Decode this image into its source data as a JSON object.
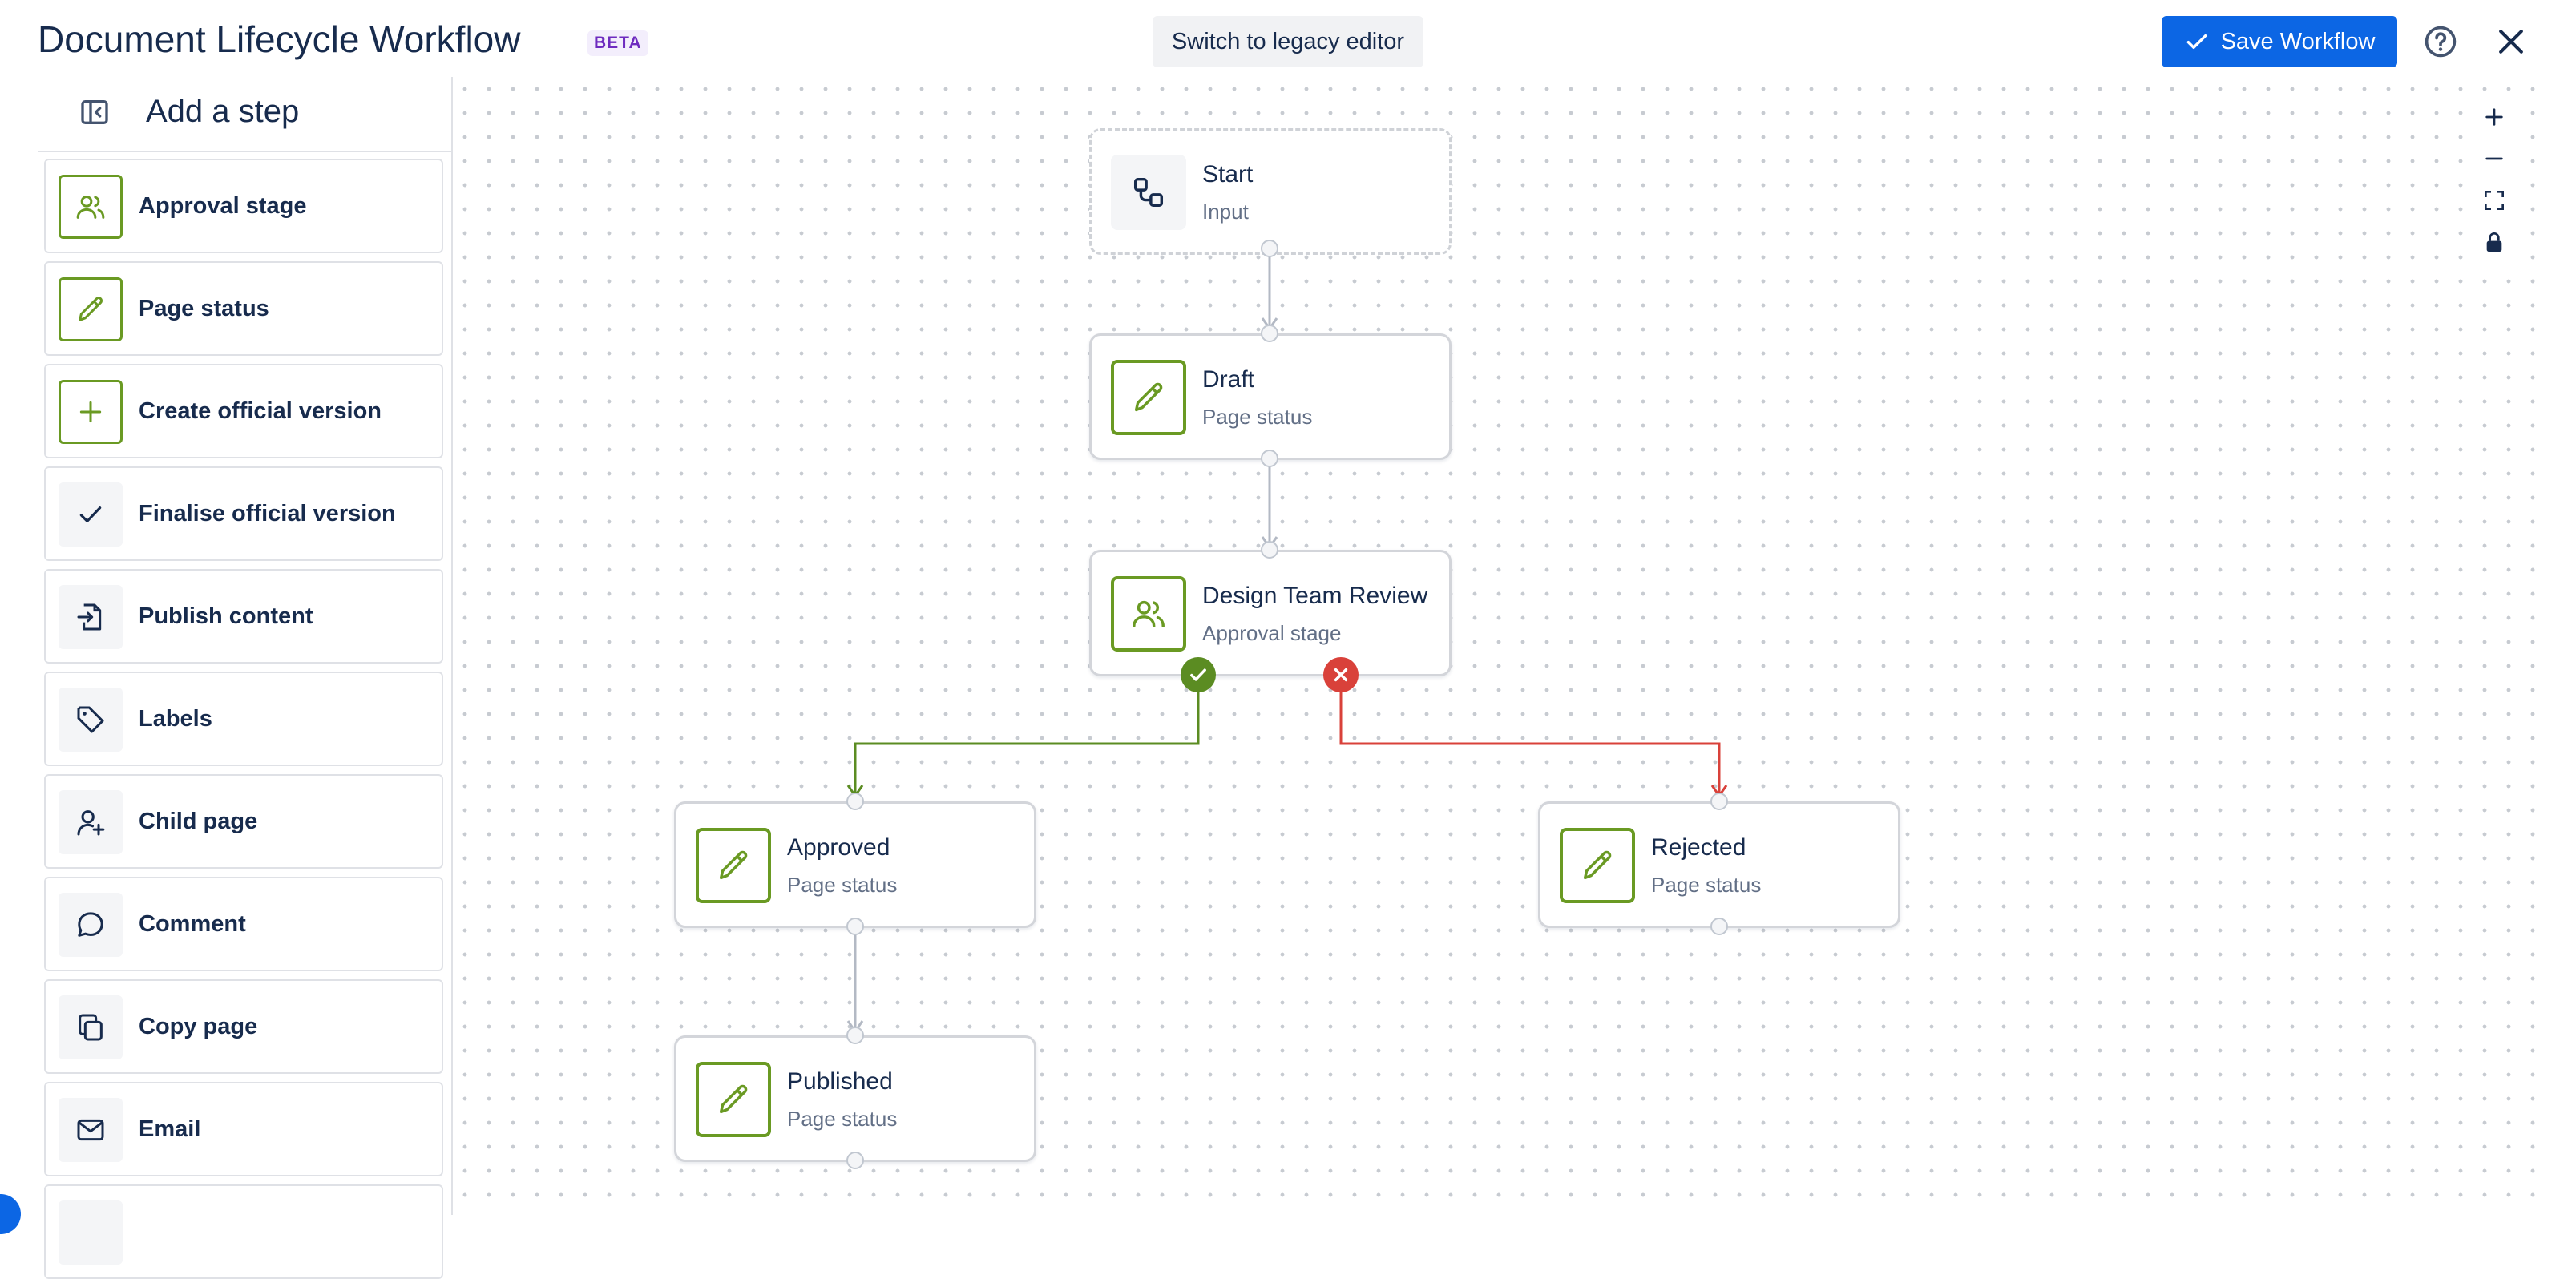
{
  "header": {
    "title": "Document Lifecycle Workflow",
    "beta_badge": "BETA",
    "legacy_button": "Switch to legacy editor",
    "save_button": "Save Workflow"
  },
  "sidebar": {
    "title": "Add a step",
    "items": [
      {
        "label": "Approval stage",
        "icon": "users-icon"
      },
      {
        "label": "Page status",
        "icon": "pencil-icon"
      },
      {
        "label": "Create official version",
        "icon": "plus-icon"
      },
      {
        "label": "Finalise official version",
        "icon": "check-icon"
      },
      {
        "label": "Publish content",
        "icon": "publish-icon"
      },
      {
        "label": "Labels",
        "icon": "tag-icon"
      },
      {
        "label": "Child page",
        "icon": "user-plus-icon"
      },
      {
        "label": "Comment",
        "icon": "comment-icon"
      },
      {
        "label": "Copy page",
        "icon": "copy-icon"
      },
      {
        "label": "Email",
        "icon": "email-icon"
      }
    ]
  },
  "nodes": {
    "start": {
      "name": "Start",
      "type": "Input"
    },
    "draft": {
      "name": "Draft",
      "type": "Page status"
    },
    "review": {
      "name": "Design Team Review",
      "type": "Approval stage"
    },
    "approved": {
      "name": "Approved",
      "type": "Page status"
    },
    "rejected": {
      "name": "Rejected",
      "type": "Page status"
    },
    "published": {
      "name": "Published",
      "type": "Page status"
    }
  },
  "colors": {
    "accent": "#0c66e4",
    "step_green": "#6a9a23",
    "approve_path": "#5b8c22",
    "reject_path": "#d9413a",
    "beta": "#6e2bbf"
  }
}
